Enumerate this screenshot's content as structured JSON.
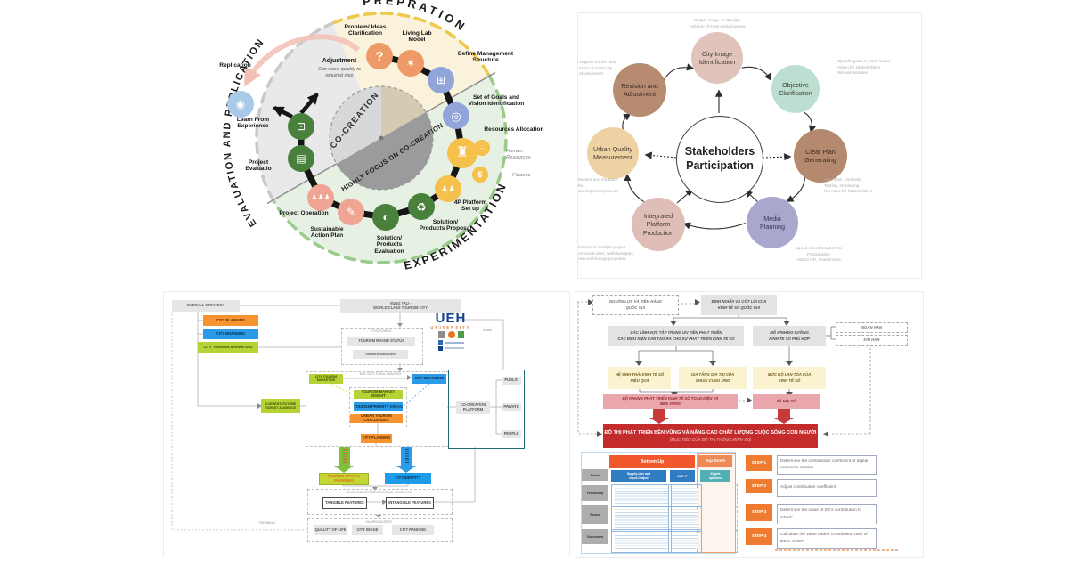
{
  "q1": {
    "phase_prep": "PREPRATION",
    "phase_exp": "EXPERIMENTATION",
    "phase_eval": "EVALUATION AND REPLICATION",
    "center_top": "CO-CREATION",
    "center_bottom": "HIGHLY FOCUS ON CO-CREATION",
    "adj_title": "Adjustment",
    "adj_note": "Can move quickly to\nrequired step",
    "labels": {
      "problem": "Problem/ Ideas\nClarification",
      "living": "Living Lab\nModel",
      "define": "Define Management\nStructure",
      "goals": "Set of Goals and\nVision Identification",
      "resources": "Resources Allocation",
      "human": "Human\nResources",
      "finance": "Finance",
      "p4": "4P Platform\nSet up",
      "proposal": "Solution/\nProducts Proposal",
      "solEval": "Solution/\nProducts\nEvaluation",
      "action": "Sustainable\nAction Plan",
      "operation": "Project Operation",
      "projEval": "Project\nEvaluatio",
      "learn": "Learn From\nExperience",
      "replication": "Replication"
    },
    "icons": {
      "question": "?",
      "living": "✶",
      "structure": "⊞",
      "target": "◎",
      "bank": "♜",
      "share": "∴",
      "money": "$",
      "people4p": "♟♟",
      "box": "♻",
      "toggles": "◐",
      "plan": "✎",
      "meeting": "♟♟♟",
      "checklist": "▤",
      "monitor": "⊡",
      "medal": "◉"
    },
    "colors": {
      "orange": "#EE9A68",
      "periwinkle": "#92A5DA",
      "yellow": "#F5C04C",
      "green": "#49803C",
      "pink": "#F0A493",
      "blue": "#A9C9E8"
    }
  },
  "q2": {
    "center": "Stakeholders\nParticipation",
    "satellites": {
      "cityImage": "City Image\nIdentification",
      "objective": "Objective\nClarification",
      "clearPlan": "Clear Plan\nGenerating",
      "media": "Media\nPlanning",
      "integrated": "Integrated\nPlatform\nProduction",
      "urban": "Urban Quality\nMeasurement",
      "revision": "Revision and\nAdjustment"
    },
    "annotations": {
      "top": "Unique image or strength\nSolution of most critical issues",
      "rightTop": "Specific goals in each sector\nVision for Stakeholders\nWin-win solution",
      "rightMid": "Ideal plan, methods\nTesting, monitoring\nSet roles for Stakeholders",
      "rightBot": "Speed out information for\nParticipation\nAttract HR, Investments",
      "leftBot": "Interact in multiple project\non social sites, websites/apps,\nnew technology programs",
      "leftMid": "Monitor and measure the\ndevelopment process",
      "leftTop": "Support for the next\ntrend of smart city\ndevelopment"
    }
  },
  "q3": {
    "overall": "OVERALL STRATEGY",
    "planning": "CITY PLANNING",
    "branding": "CITY BRANDING",
    "tourismMkt": "CITY TOURISM MARKETING",
    "vungtau": "VUNG TAU -\nWORLD CLASS TOURISM CITY",
    "positioning": "POSITIONING",
    "brandStatus": "TOURISM BRAND STATUS",
    "vision": "VISION/ MISSION",
    "ueh": "UEH",
    "uehSub": "UNIVERSITY",
    "impact": "impact",
    "multisect": "MULTISECTORAL ANALYSIS",
    "tourismMkt2": "CITY TOURISM\nMARKETING",
    "branding2": "CITY BRANDING",
    "insight": "TOURISM MARKET INSIGHT",
    "priority": "TOURISM PRIORITY AREAS",
    "challenges": "URBAN TOURISM CHALLENGES",
    "planning2": "CITY PLANNING",
    "current": "CURRENT/ FUTURE\nTARGET AUDIENCE",
    "cocreation": "CO-CREATION\nPLATFORM",
    "public": "PUBLIC",
    "private": "PRIVATE",
    "people": "PEOPLE",
    "spatial": "TOURISM SPATIAL PLANNING",
    "identity": "CITY IDENTITY",
    "mixed": "MIXED AND CROSS-SECTIONAL PROJECTS",
    "tangible": "TANGIBLE FEATURES",
    "intangible": "INTANGIBLE FEATURES",
    "shared": "SHARED ASSETS",
    "qol": "QUALITY OF LIFE",
    "cimage": "CITY IMAGE",
    "cranking": "CITY RANKING",
    "feedback": "FEEDBACK"
  },
  "q4": {
    "nguon": "NGUỒN LỰC VÀ TIỀM NĂNG\nQUỐC GIA",
    "dinh": "ĐỊNH NGHĨA VÀ CỐT LÕI CỦA\nKINH TẾ SỐ QUỐC GIA",
    "linhvuc": "CÁC LĨNH VỰC TẬP TRUNG ƯU TIÊN PHÁT TRIỂN\nCÁC ĐIỀU KIỆN CẦN TẠO RA CHO SỰ PHÁT TRIỂN KINH TẾ SỐ",
    "mohinh": "MÔ HÌNH ĐO LƯỜNG\nKINH TẾ SỐ PHÙ HỢP",
    "ngan": "NGẮN HẠN",
    "dai": "DÀI HẠN",
    "sinhthai": "HỆ SINH THÁI KINH TẾ SỐ\nHIỆU QUẢ",
    "giatang": "GIA TĂNG GIÁ TRỊ CỦA\nCHUỖI CUNG ỨNG",
    "mucdo": "MỨC ĐỘ LAN TỎA CỦA\nKINH TẾ SỐ",
    "bokhung": "BỘ KHUNG PHÁT TRIỂN KINH TẾ SỐ TOÀN DIỆN VÀ\nBỀN VỮNG",
    "xahoi": "XÃ HỘI SỐ",
    "dothi": "ĐÔ THỊ PHÁT TRIỂN BỀN VỮNG VÀ NÂNG CAO CHẤT LƯỢNG CUỘC SỐNG CON NGƯỜI",
    "muctieu": "(MỤC TIÊU CỦA ĐÔ THỊ THÔNG MINH 4.0)",
    "table": {
      "bottomUp": "Bottom Up",
      "topDown": "Top Down",
      "col1": "Supply-Use and\nInput-Output",
      "col2": "GDP-P",
      "col3": "Expert\nopinions",
      "rows": [
        "Basis",
        "Feasibility",
        "Scope",
        "Outcomes"
      ]
    },
    "steps": [
      {
        "n": "STEP 1",
        "t": "Determine the contribution coefficient of digital economic sectors"
      },
      {
        "n": "STEP 2",
        "t": "Adjust contribution coefficient"
      },
      {
        "n": "STEP 3",
        "t": "Determine the value of DE's contribution to GRDP"
      },
      {
        "n": "STEP 4",
        "t": "Calculate the value added contribution ratio of DE in GRDP"
      }
    ]
  }
}
